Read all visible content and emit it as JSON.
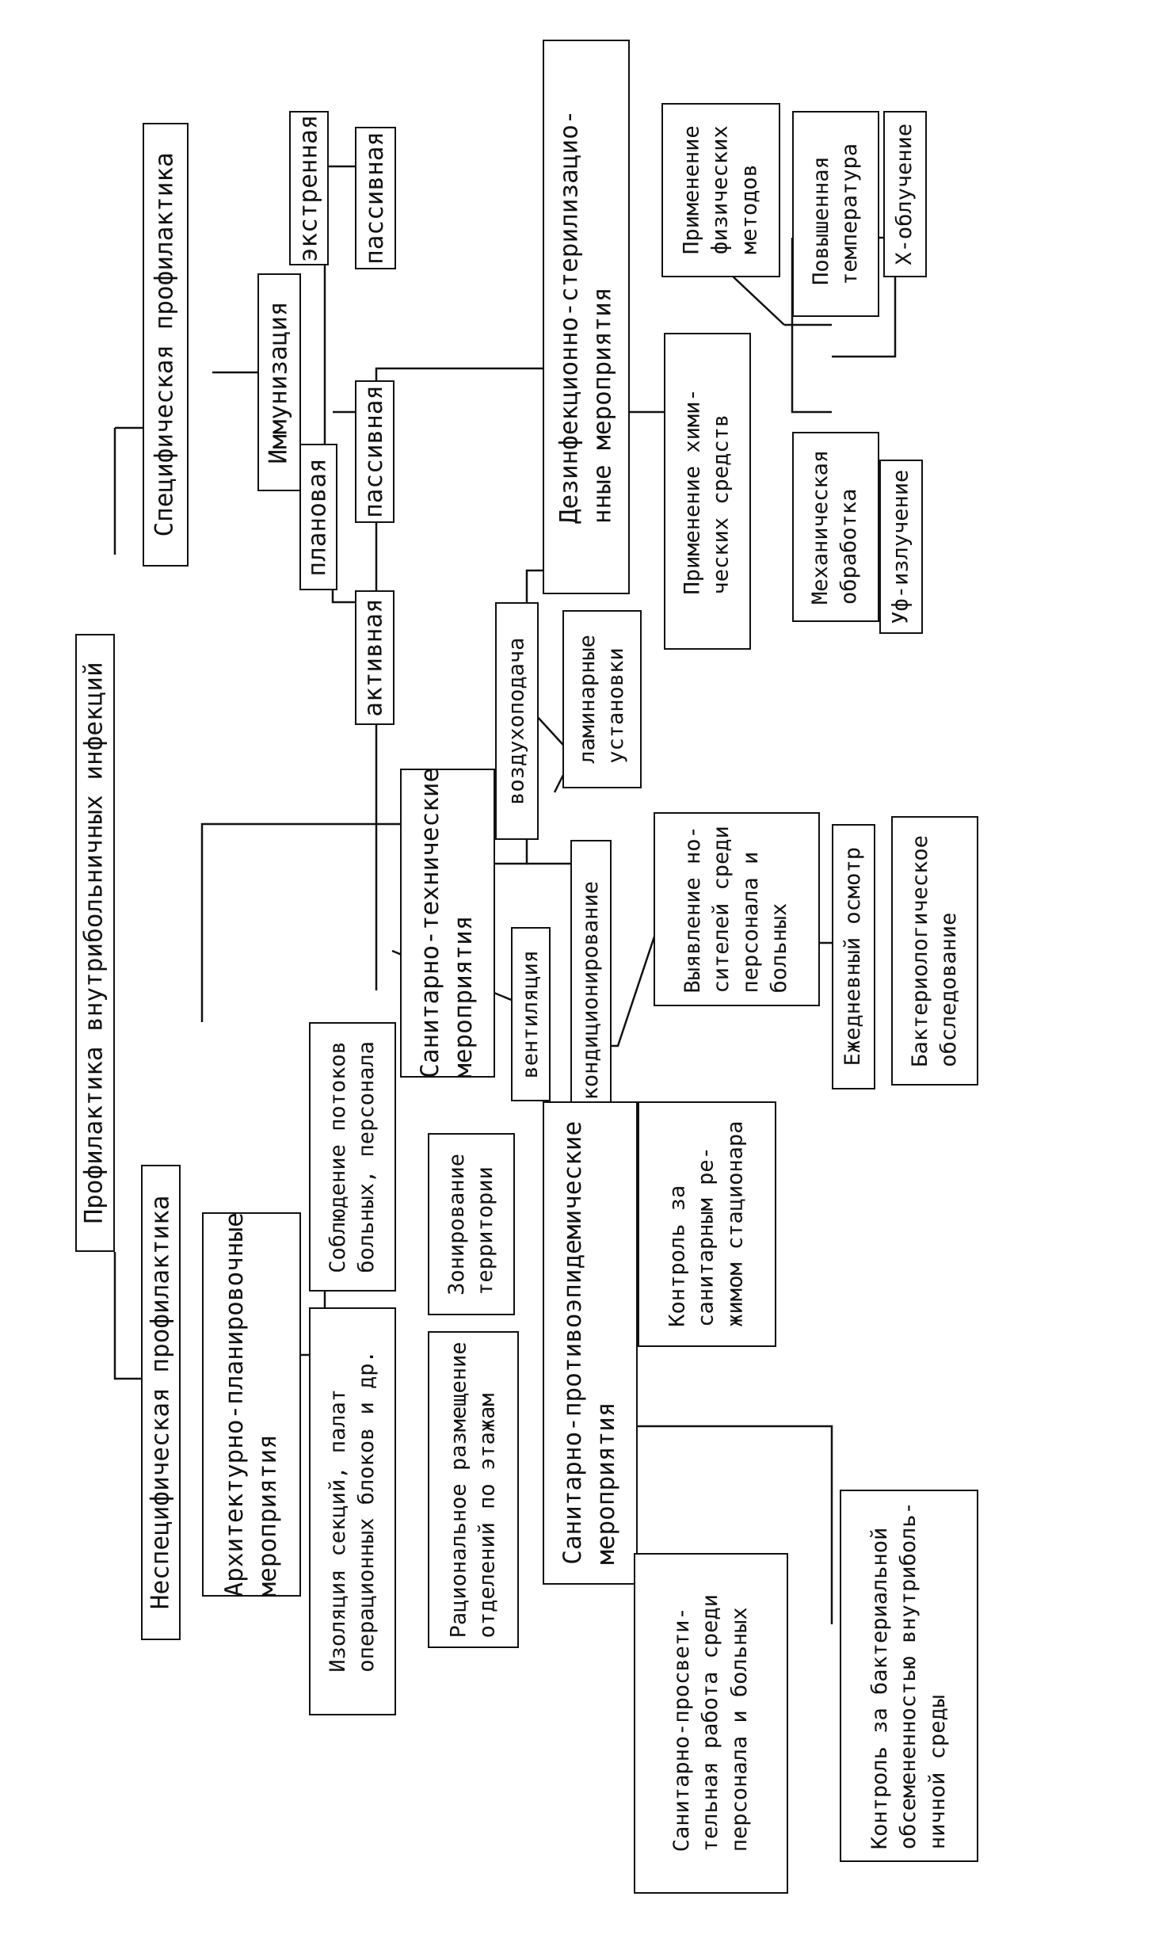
{
  "diagram": {
    "root": "Профилактика внутрибольничных инфекций",
    "nonspecific": {
      "title": "Неспецифическая профилактика",
      "architectural": {
        "title": "Архитектурно-планировочные\nмероприятия",
        "isolation": "Изоляция секций, палат\nоперационных блоков и др.",
        "flows": "Соблюдение потоков\nбольных, персонала",
        "placement": "Рациональное размещение\nотделений по этажам",
        "zoning": "Зонирование\nтерритории"
      },
      "anti_epidemic": {
        "title": "Санитарно-противоэпидемические\nмероприятия",
        "control_regime": "Контроль за\nсанитарным ре-\nжимом стационара",
        "education": "Санитарно-просвети-\nтельная работа среди\nперсонала и больных",
        "bacterial_control": "Контроль за бактериальной\nобсемененностью внутриболь-\nничной среды",
        "carriers": "Выявление но-\nсителей среди\nперсонала и\nбольных",
        "daily_exam": "Ежедневный осмотр",
        "bacteriological": "Бактериологическое\nобследование"
      },
      "technical": {
        "title": "Санитарно-технические\nмероприятия",
        "ventilation": "вентиляция",
        "conditioning": "кондиционирование",
        "air_supply": "воздухоподача",
        "laminar": "ламинарные\nустановки"
      }
    },
    "specific": {
      "title": "Специфическая профилактика",
      "immunization": {
        "title": "Иммунизация",
        "planned": "плановая",
        "active": "активная",
        "planned_passive": "пассивная",
        "emergency": "экстренная",
        "emergency_passive": "пассивная"
      }
    },
    "disinfection": {
      "title": "Дезинфекционно-стерилизацио-\nнные мероприятия",
      "chemical": "Применение хими-\nческих средств",
      "physical": "Применение\nфизических\nметодов",
      "mechanical": "Механическая\nобработка",
      "high_temp": "Повышенная\nтемпература",
      "uv": "Уф-излучение",
      "x_ray": "Х-облучение"
    }
  }
}
